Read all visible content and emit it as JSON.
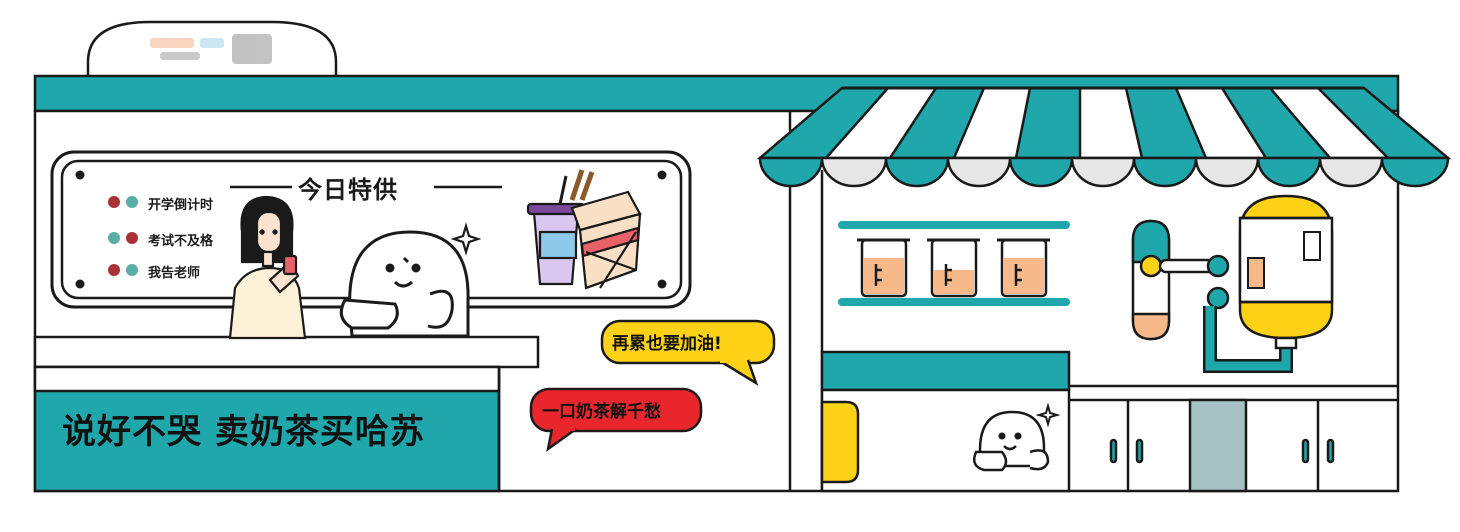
{
  "colors": {
    "teal": "#1fa7ab",
    "dark_outline": "#1a1a1a",
    "yellow": "#fcd116",
    "red": "#e8262b",
    "peach": "#f7b98a",
    "awning_white": "#ffffff",
    "awning_gray": "#e6e6e6",
    "door_gray": "#a7c2c2"
  },
  "board": {
    "title": "今日特供",
    "items": [
      {
        "label": "开学倒计时",
        "dots": [
          "#a83238",
          "#5aaea6"
        ]
      },
      {
        "label": "考试不及格",
        "dots": [
          "#5aaea6",
          "#a83238"
        ]
      },
      {
        "label": "我告老师",
        "dots": [
          "#a83238",
          "#5aaea6"
        ]
      }
    ]
  },
  "slogan": "说好不哭  卖奶茶买哈苏",
  "bubbles": {
    "yellow": "再累也要加油!",
    "red": "一口奶茶解千愁"
  },
  "icons": {
    "mascot": "mascot-ghost-icon",
    "girl": "girl-drinking-illustration",
    "drinks": "bubble-tea-cup-icon",
    "takeout": "takeout-box-icon",
    "sparkle": "sparkle-star-icon",
    "beakers": "beaker-icon",
    "dispenser": "water-dispenser-icon"
  }
}
